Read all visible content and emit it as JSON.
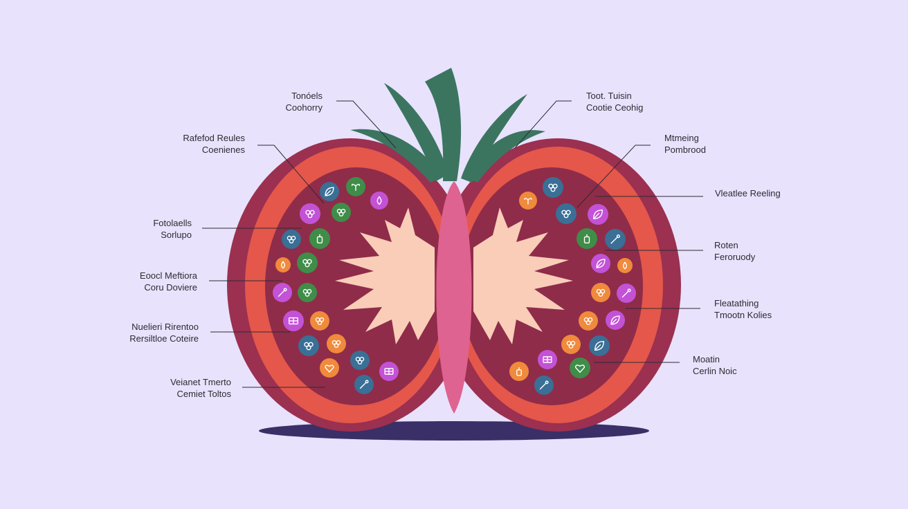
{
  "colors": {
    "background": "#e8e2fc",
    "outer_skin": "#9b3050",
    "flesh": "#e4574a",
    "locule": "#8f2c4a",
    "core": "#de6390",
    "gel": "#f9cdb8",
    "stem": "#3b7560",
    "shadow": "#3a2f66",
    "leader": "#2b2b33"
  },
  "labels_left": [
    {
      "line1": "Tonóels",
      "line2": "Coohorry"
    },
    {
      "line1": "Rafefod Reules",
      "line2": "Coenienes"
    },
    {
      "line1": "Fotolaells",
      "line2": "Sorlupo"
    },
    {
      "line1": "Eoocl Meftiora",
      "line2": "Coru Doviere"
    },
    {
      "line1": "Nuelieri Rirentoo",
      "line2": "Rersiltloe Coteire"
    },
    {
      "line1": "Veianet Tmerto",
      "line2": "Cemiet Toltos"
    }
  ],
  "labels_right": [
    {
      "line1": "Toot. Tuisin",
      "line2": "Cootie Ceohig"
    },
    {
      "line1": "Mtmeing",
      "line2": "Pombrood"
    },
    {
      "line1": "Vleatlee Reeling",
      "line2": ""
    },
    {
      "line1": "Roten",
      "line2": "Feroruody"
    },
    {
      "line1": "Fleatathing",
      "line2": "Tmootn Kolies"
    },
    {
      "line1": "Moatin",
      "line2": "Cerlin Noic"
    }
  ],
  "seeds": [
    {
      "color": "#3a6f96",
      "icon": "leaf-icon"
    },
    {
      "color": "#3f8d48",
      "icon": "sprout-icon"
    },
    {
      "color": "#c352d6",
      "icon": "drop-icon"
    },
    {
      "color": "#c352d6",
      "icon": "cluster-icon"
    },
    {
      "color": "#3f8d48",
      "icon": "cluster-icon"
    },
    {
      "color": "#3a6f96",
      "icon": "cluster-icon"
    },
    {
      "color": "#3f8d48",
      "icon": "bottle-icon"
    },
    {
      "color": "#f08a3c",
      "icon": "drop-icon"
    },
    {
      "color": "#3f8d48",
      "icon": "cluster-icon"
    },
    {
      "color": "#c352d6",
      "icon": "tool-icon"
    },
    {
      "color": "#3f8d48",
      "icon": "cluster-icon"
    },
    {
      "color": "#c352d6",
      "icon": "grid-icon"
    },
    {
      "color": "#f08a3c",
      "icon": "cluster-icon"
    },
    {
      "color": "#3a6f96",
      "icon": "cluster-icon"
    },
    {
      "color": "#f08a3c",
      "icon": "cluster-icon"
    },
    {
      "color": "#f08a3c",
      "icon": "heart-icon"
    },
    {
      "color": "#3a6f96",
      "icon": "cluster-icon"
    },
    {
      "color": "#c352d6",
      "icon": "grid-icon"
    },
    {
      "color": "#3a6f96",
      "icon": "tool-icon"
    },
    {
      "color": "#f08a3c",
      "icon": "sprout-icon"
    },
    {
      "color": "#3a6f96",
      "icon": "cluster-icon"
    },
    {
      "color": "#3a6f96",
      "icon": "cluster-icon"
    },
    {
      "color": "#c352d6",
      "icon": "leaf-icon"
    },
    {
      "color": "#3f8d48",
      "icon": "bottle-icon"
    },
    {
      "color": "#3a6f96",
      "icon": "tool-icon"
    },
    {
      "color": "#c352d6",
      "icon": "leaf-icon"
    },
    {
      "color": "#f08a3c",
      "icon": "drop-icon"
    },
    {
      "color": "#f08a3c",
      "icon": "cluster-icon"
    },
    {
      "color": "#c352d6",
      "icon": "tool-icon"
    },
    {
      "color": "#f08a3c",
      "icon": "cluster-icon"
    },
    {
      "color": "#c352d6",
      "icon": "leaf-icon"
    },
    {
      "color": "#f08a3c",
      "icon": "cluster-icon"
    },
    {
      "color": "#3a6f96",
      "icon": "leaf-icon"
    },
    {
      "color": "#c352d6",
      "icon": "grid-icon"
    },
    {
      "color": "#3f8d48",
      "icon": "heart-icon"
    },
    {
      "color": "#f08a3c",
      "icon": "bottle-icon"
    },
    {
      "color": "#3a6f96",
      "icon": "tool-icon"
    }
  ]
}
